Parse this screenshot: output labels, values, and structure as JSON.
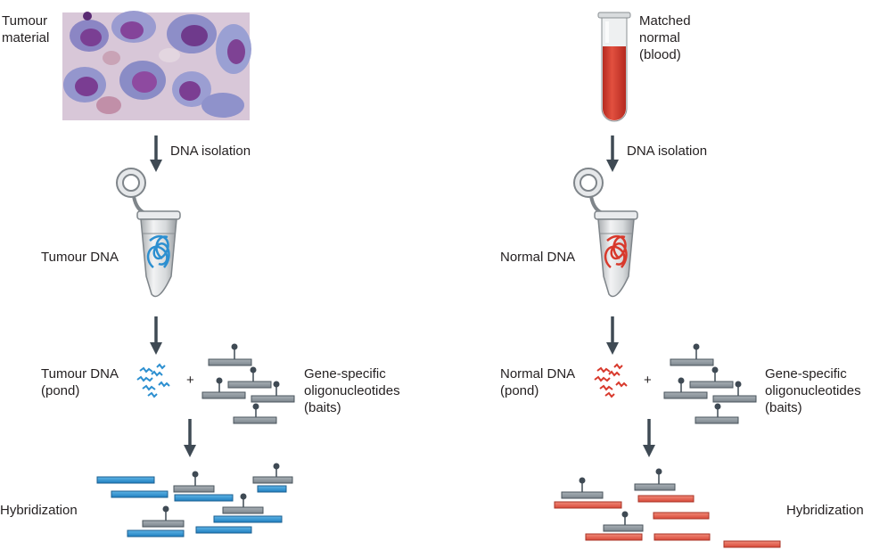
{
  "left": {
    "sample_label": "Tumour\nmaterial",
    "isolation_label": "DNA isolation",
    "dna_label": "Tumour DNA",
    "pond_label": "Tumour DNA\n(pond)",
    "plus": "+",
    "baits_label": "Gene-specific\noligonucleotides\n(baits)",
    "hybridization_label": "Hybridization"
  },
  "right": {
    "sample_label": "Matched\nnormal\n(blood)",
    "isolation_label": "DNA isolation",
    "dna_label": "Normal DNA",
    "pond_label": "Normal DNA\n(pond)",
    "plus": "+",
    "baits_label": "Gene-specific\noligonucleotides\n(baits)",
    "hybridization_label": "Hybridization"
  },
  "colors": {
    "tumour_dna": "#2c8fd0",
    "normal_dna": "#e0584a",
    "bait": "#8e979e",
    "arrow": "#3f4a54",
    "blood": "#d8392c"
  }
}
